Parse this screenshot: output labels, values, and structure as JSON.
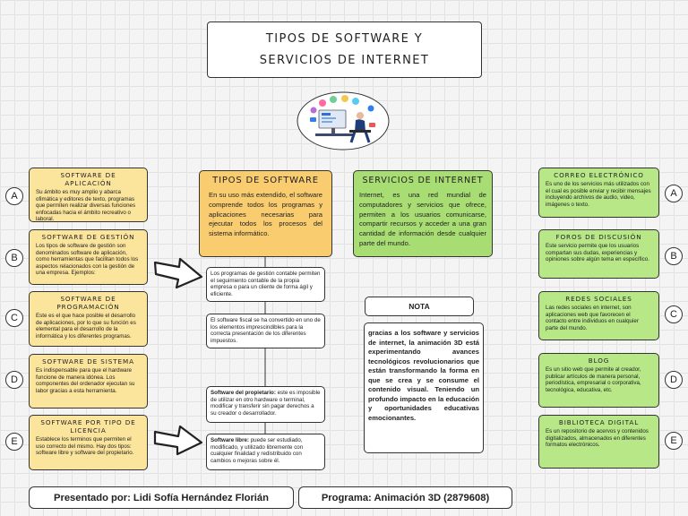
{
  "title": {
    "line1": "TIPOS DE SOFTWARE Y",
    "line2": "SERVICIOS DE INTERNET"
  },
  "left_cards": [
    {
      "letter": "A",
      "heading": "SOFTWARE DE APLICACIÓN",
      "text": "Su ámbito es muy amplio y abarca ofimática y editores de texto, programas que permiten realizar diversas funciones enfocadas hacia el ámbito recreativo o laboral."
    },
    {
      "letter": "B",
      "heading": "SOFTWARE DE GESTIÓN",
      "text": "Los tipos de software de gestión son denominados software de aplicación, como herramientas que facilitan todos los aspectos relacionados con la gestión de una empresa. Ejemplos:"
    },
    {
      "letter": "C",
      "heading": "SOFTWARE DE PROGRAMACIÓN",
      "text": "Este es el que hace posible el desarrollo de aplicaciones, por lo que su función es elemental para el desarrollo de la informática y los diferentes programas."
    },
    {
      "letter": "D",
      "heading": "SOFTWARE DE SISTEMA",
      "text": "Es indispensable para que el hardware funcione de manera idónea. Los componentes del ordenador ejecutan su labor gracias a esta herramienta."
    },
    {
      "letter": "E",
      "heading": "SOFTWARE POR TIPO DE LICENCIA",
      "text": "Establece los terminos que permiten el uso correcto del mismo. Hay dos tipos: software libre y software del propietario."
    }
  ],
  "right_cards": [
    {
      "letter": "A",
      "heading": "CORREO ELECTRÓNICO",
      "text": "Es uno de los servicios más utilizados con el cual es posible enviar y recibir mensajes incluyendo archivos de audio, video, imágenes o texto."
    },
    {
      "letter": "B",
      "heading": "FOROS DE DISCUSIÓN",
      "text": "Este servicio permite que los usuarios compartan sus dudas, experiencias y opiniones sobre algún tema en específico."
    },
    {
      "letter": "C",
      "heading": "REDES SOCIALES",
      "text": "Las redes sociales en internet, son aplicaciones web que favorecen el contacto entre individuos en cualquier parte del mundo."
    },
    {
      "letter": "D",
      "heading": "BLOG",
      "text": "Es un sitio web que permite al creador, publicar artículos de manera personal, periodística, empresarial o corporativa, tecnológica, educativa, etc."
    },
    {
      "letter": "E",
      "heading": "BIBLIOTECA DIGITAL",
      "text": "Es un repositorio de acervos y contenidos digitalizados, almacenados en diferentes formatos electrónicos."
    }
  ],
  "tipos_software": {
    "heading": "TIPOS DE SOFTWARE",
    "text": "En su uso más extendido, el software comprende todos los programas y aplicaciones necesarias para ejecutar todos los procesos del sistema informático."
  },
  "servicios_internet": {
    "heading": "SERVICIOS DE INTERNET",
    "text": "Internet, es una red mundial de computadores y servicios que ofrece, permiten a los usuarios comunicarse, compartir recursos y acceder a una gran cantidad de información desde cualquier parte del mundo."
  },
  "gestion_examples": [
    "Los programas de gestión contable permiten el seguimiento contable de la propia empresa o para un cliente de forma ágil y eficiente.",
    "El software fiscal se ha convertido en uno de los elementos imprescindibles para la correcta presentación de los diferentes impuestos."
  ],
  "licencia_types": [
    {
      "label": "Software del propietario:",
      "text": " este es imposible de utilizar en otro hardware o terminal, modificar y transferir sin pagar derechos a su creador o desarrollador."
    },
    {
      "label": "Software libre:",
      "text": " puede ser estudiado, modificado, y utilizado libremente con cualquier finalidad y redistribuido con cambios o mejoras sobre él."
    }
  ],
  "nota": {
    "title": "NOTA",
    "text": "gracias a los software y servicios de internet, la animación 3D está experimentando avances tecnológicos revolucionarios que están transformando la forma en que se crea y se consume el contenido visual. Teniendo un profundo impacto en la educación y oportunidades educativas emocionantes."
  },
  "footer": {
    "author": "Presentado por: Lidi Sofía Hernández Florián",
    "program": "Programa: Animación 3D (2879608)"
  },
  "colors": {
    "left_card": "#fbe49b",
    "tipos_box": "#f9cc70",
    "servicios_box": "#a8dd74",
    "right_card": "#b7e787"
  },
  "icons": {
    "hero": "programmer-at-computer-illustration",
    "arrows": "hand-drawn-right-arrow"
  }
}
